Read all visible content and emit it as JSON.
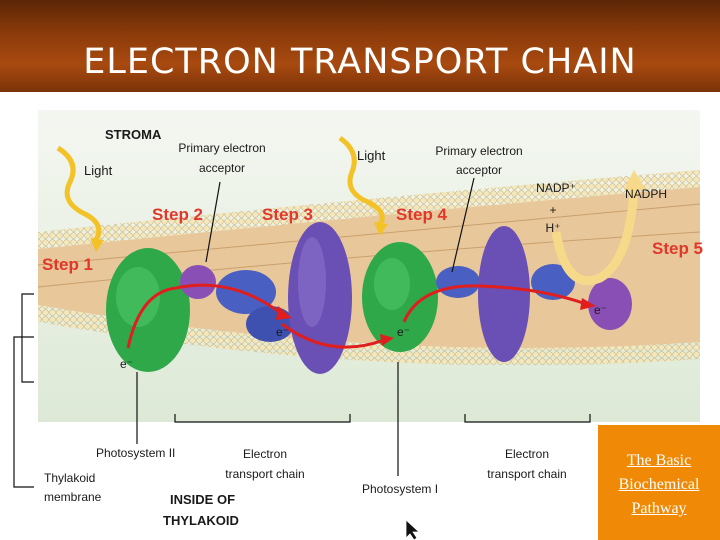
{
  "slide": {
    "title": "ELECTRON TRANSPORT CHAIN"
  },
  "labels": {
    "stroma": "STROMA",
    "light_1": "Light",
    "light_2": "Light",
    "primary_acceptor_1": [
      "Primary electron",
      "acceptor"
    ],
    "primary_acceptor_2": [
      "Primary electron",
      "acceptor"
    ],
    "nadp": [
      "NADP⁺",
      "+",
      "H⁺"
    ],
    "nadph": "NADPH",
    "step1": "Step 1",
    "step2": "Step 2",
    "step3": "Step 3",
    "step4": "Step 4",
    "step5": "Step 5",
    "electron": "e⁻",
    "photosystem_2": "Photosystem II",
    "photosystem_1": "Photosystem I",
    "etc_1": [
      "Electron",
      "transport chain"
    ],
    "etc_2": [
      "Electron",
      "transport chain"
    ],
    "thylakoid_membrane": [
      "Thylakoid",
      "membrane"
    ],
    "inside": [
      "INSIDE OF",
      "THYLAKOID"
    ]
  },
  "link": {
    "lines": [
      "The Basic",
      "Biochemical",
      "Pathway"
    ]
  },
  "colors": {
    "header": "#8a3a0a",
    "step": "#e0392b",
    "photosystem": "#2fa84a",
    "cytochrome": "#6a4fb5",
    "arrow": "#e01e1e",
    "link_box": "#f08a06"
  }
}
